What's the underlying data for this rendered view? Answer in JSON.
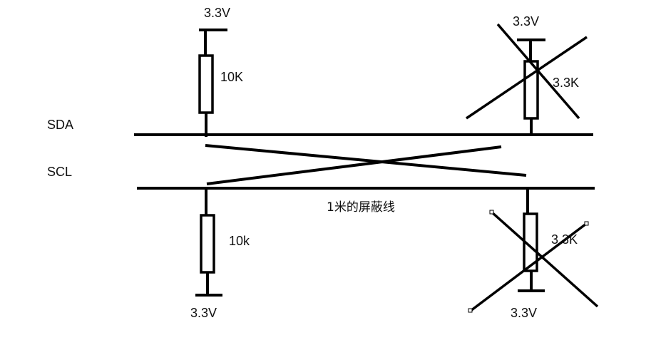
{
  "labels": {
    "sda": "SDA",
    "scl": "SCL",
    "pullup_top_left_voltage": "3.3V",
    "pullup_top_left_value": "10K",
    "pullup_top_right_voltage": "3.3V",
    "pullup_top_right_value": "3.3K",
    "pullup_bottom_left_voltage": "3.3V",
    "pullup_bottom_left_value": "10k",
    "pullup_bottom_right_voltage": "3.3V",
    "pullup_bottom_right_value": "3.3K",
    "cable": "1米的屏蔽线"
  },
  "colors": {
    "stroke": "#000000",
    "background": "#ffffff"
  }
}
